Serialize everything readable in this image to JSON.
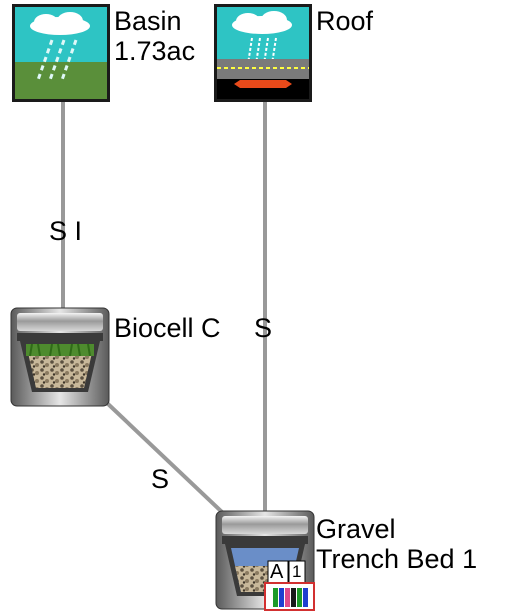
{
  "nodes": {
    "basin": {
      "lines": [
        "Basin",
        "1.73ac"
      ],
      "icon": "basin-rain-icon"
    },
    "roof": {
      "lines": [
        "Roof"
      ],
      "icon": "roof-rain-icon"
    },
    "biocell": {
      "lines": [
        "Biocell C"
      ],
      "icon": "biocell-icon"
    },
    "gravel": {
      "lines": [
        "Gravel",
        "Trench Bed 1"
      ],
      "icon": "gravel-trench-icon",
      "badge_text": "A",
      "badge_number": "1",
      "badge_icon": "bar-graph-icon"
    }
  },
  "links": {
    "basin_biocell": {
      "label": "S I"
    },
    "roof_gravel": {
      "label": "S"
    },
    "biocell_gravel": {
      "label": "S"
    }
  },
  "colors": {
    "link": "#999999",
    "sky": "#2ec4c4",
    "grass": "#5a8f3a",
    "badge_border": "#d23030"
  }
}
